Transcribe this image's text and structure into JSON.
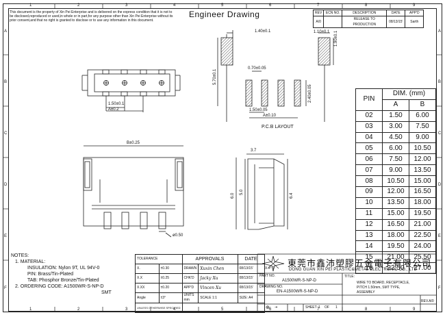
{
  "disclaimer": "This document is the property of Xin Pei Enterprise and is delivered on the express condition that it is not to be disclosed,reproduced or used,in whole or in part,for any purpose other than Xin Pei Enterprise without its prior consent,and that no right is granted to disclose or to use any information in this document.",
  "title": "Engineer Drawing",
  "grid": {
    "cols": [
      "1",
      "2",
      "3",
      "4",
      "5",
      "6",
      "7",
      "8",
      "9"
    ],
    "rows": [
      "A",
      "B",
      "C",
      "D",
      "E",
      "F"
    ]
  },
  "revision": {
    "headers": [
      "REV",
      "ECN NO.",
      "DESCRIPTION",
      "DATE",
      "APP'D"
    ],
    "row": [
      "A/0",
      "",
      "RELEASE TO PRODUCTION",
      "08/13/15'",
      "Sarth"
    ]
  },
  "dims": {
    "pitch": "1.50±0.1",
    "a_tol": "A±0.2",
    "pad_w": "1.40±0.1",
    "pad_w2": "1.10±0.1",
    "pad_h": "1.90±0.1",
    "height": "5.70±0.1",
    "pad_sp": "0.70±0.05",
    "pad_len": "2.40±0.05",
    "pcb_pitch": "1.50±0.05",
    "pcb_a": "A±0.10",
    "b_tol": "B±0.25",
    "pin_d": "ø0.50",
    "side_w": "3.7",
    "side_h1": "6.0",
    "side_h2": "5.0",
    "side_h3": "6.4"
  },
  "pcb_label": "P.C.B LAYOUT",
  "pin_table": {
    "pin_header": "PIN",
    "dim_header": "DIM.  (mm)",
    "col_a": "A",
    "col_b": "B",
    "rows": [
      [
        "02",
        "1.50",
        "6.00"
      ],
      [
        "03",
        "3.00",
        "7.50"
      ],
      [
        "04",
        "4.50",
        "9.00"
      ],
      [
        "05",
        "6.00",
        "10.50"
      ],
      [
        "06",
        "7.50",
        "12.00"
      ],
      [
        "07",
        "9.00",
        "13.50"
      ],
      [
        "08",
        "10.50",
        "15.00"
      ],
      [
        "09",
        "12.00",
        "16.50"
      ],
      [
        "10",
        "13.50",
        "18.00"
      ],
      [
        "11",
        "15.00",
        "19.50"
      ],
      [
        "12",
        "16.50",
        "21.00"
      ],
      [
        "13",
        "18.00",
        "22.50"
      ],
      [
        "14",
        "19.50",
        "24.00"
      ],
      [
        "15",
        "21.00",
        "25.50"
      ],
      [
        "16",
        "22.50",
        "27.00"
      ]
    ]
  },
  "notes": {
    "heading": "NOTES:",
    "line1": "1. MATERIAL:",
    "line2": "INSULATION: Nylon 9T, UL 94V-0",
    "line3": "PIN: Brass/Tin-Plated",
    "line4": "TAB: Phosphor Bronze/Tin-Plated",
    "line5": "2. ORDERING CODE: A1500WR-S-NP-D",
    "line6": "SMT"
  },
  "titleblock": {
    "tolerance": "TOLERANCE",
    "approvals": "APPROVALS",
    "date_h": "DATE",
    "tol_x": "X.",
    "tol_x_v": "±0.30",
    "tol_xx": "X.X",
    "tol_xx_v": "±0.25",
    "tol_xxx": "X.XX",
    "tol_xxx_v": "±0.20",
    "angle": "Angle",
    "angle_v": "±3°",
    "drawn": "DRAWN",
    "drawn_sig": "Xuxin Chen",
    "drawn_date": "08/13/15'",
    "chkd": "CHK'D",
    "chkd_sig": "Jacky Xu",
    "chkd_date": "08/13/15'",
    "appd": "APP'D",
    "appd_sig": "Vincen Xu",
    "appd_date": "08/13/15'",
    "unless": "UNLESS OTHERWISE SPECIFIED",
    "units": "UNITS mm",
    "scale": "SCALE",
    "scale_v": "1:1",
    "size": "SIZE: A4",
    "part_no_h": "PART NO.",
    "part_no": "A1500WR-S-NP-D",
    "drawing_no_h": "DRAWING NO.",
    "drawing_no": "EN-A1500WR-S-NP-D",
    "sheet": "SHEET",
    "sheet_n": "1",
    "of": "OF",
    "sheet_t": "1",
    "company_cn": "東莞市鑫沛塑膠五金電子有限公司",
    "company_en": "DONG GUAN XIN PEI PLASTIC&METAL ELECTRONIC CO., LTD",
    "logo": "XPT",
    "title_h": "TITLE:",
    "title_1": "WIRE TO BOARD, RECEPTACLE,",
    "title_2": "PITCH 1.50mm, SMT TYPE,",
    "title_3": "ASSEMBLY",
    "rev": "REV.A/0"
  }
}
